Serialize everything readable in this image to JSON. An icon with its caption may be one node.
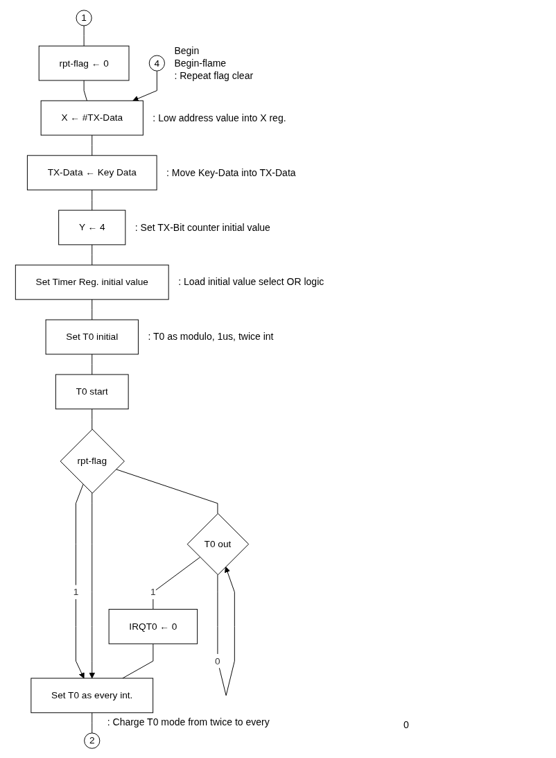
{
  "diagram": {
    "nodes": [
      {
        "text": [
          "1"
        ]
      },
      {
        "text": [
          "rpt-flag ← 0"
        ],
        "beside": [
          "Begin",
          "Begin-flame",
          ": Repeat flag clear"
        ]
      },
      {
        "text": [
          "4"
        ]
      },
      {
        "text": [
          "X ← #TX-Data"
        ],
        "beside": [
          ": Low address value into X reg."
        ]
      },
      {
        "text": [
          "TX-Data ← Key Data"
        ],
        "beside": [
          ": Move Key-Data into TX-Data"
        ]
      },
      {
        "text": [
          "Y ← 4"
        ],
        "beside": [
          ": Set TX-Bit counter initial value"
        ]
      },
      {
        "text": [
          "Set Timer Reg. initial value"
        ],
        "beside": [
          ": Load initial value select OR logic"
        ]
      },
      {
        "text": [
          "Set T0 initial"
        ],
        "beside": [
          ": T0 as modulo, 1us, twice int"
        ]
      },
      {
        "text": [
          "T0 start"
        ]
      },
      {
        "text": [
          "rpt-flag"
        ]
      },
      {
        "text": [
          "T0 out"
        ]
      },
      {
        "text": [
          "IRQT0 ← 0"
        ]
      },
      {
        "text": [
          "Set T0 as every int."
        ],
        "beside": [
          ": Charge T0 mode from twice to every"
        ]
      },
      {
        "text": [
          "2"
        ]
      }
    ],
    "edges": [
      {
        "from": 0,
        "to": 1,
        "arrow": "none"
      },
      {
        "from": 1,
        "to": 3,
        "arrow": "none"
      },
      {
        "from": 2,
        "to": 3,
        "arrow": "to"
      },
      {
        "from": 3,
        "to": 4,
        "arrow": "none"
      },
      {
        "from": 4,
        "to": 5,
        "arrow": "none"
      },
      {
        "from": 5,
        "to": 6,
        "arrow": "none"
      },
      {
        "from": 6,
        "to": 7,
        "arrow": "none"
      },
      {
        "from": 7,
        "to": 8,
        "arrow": "none"
      },
      {
        "from": 8,
        "to": 9,
        "arrow": "none"
      },
      {
        "from": 9,
        "to": 10,
        "arrow": "none"
      },
      {
        "from": 10,
        "to": 10,
        "label": "0",
        "arrow": "to"
      },
      {
        "from": 10,
        "to": 11,
        "label": "1",
        "arrow": "none"
      },
      {
        "from": 9,
        "to": 12,
        "label": "1",
        "arrow": "to"
      },
      {
        "from": 9,
        "to": 12,
        "arrow": "to"
      },
      {
        "from": 11,
        "to": 12,
        "arrow": "none"
      },
      {
        "from": 12,
        "to": 13,
        "arrow": "none"
      }
    ],
    "labels": [
      "0"
    ]
  }
}
